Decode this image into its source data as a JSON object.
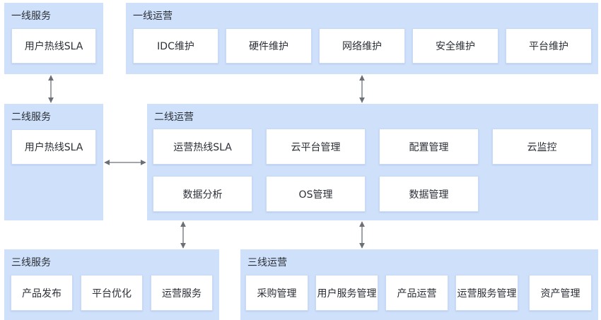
{
  "line1_service": {
    "title": "一线服务",
    "items": [
      "用户热线SLA"
    ]
  },
  "line1_ops": {
    "title": "一线运营",
    "items": [
      "IDC维护",
      "硬件维护",
      "网络维护",
      "安全维护",
      "平台维护"
    ]
  },
  "line2_service": {
    "title": "二线服务",
    "items": [
      "用户热线SLA"
    ]
  },
  "line2_ops": {
    "title": "二线运营",
    "items": [
      "运营热线SLA",
      "云平台管理",
      "配置管理",
      "云监控",
      "数据分析",
      "OS管理",
      "数据管理"
    ]
  },
  "line3_service": {
    "title": "三线服务",
    "items": [
      "产品发布",
      "平台优化",
      "运营服务"
    ]
  },
  "line3_ops": {
    "title": "三线运营",
    "items": [
      "采购管理",
      "用户服务管理",
      "产品运营",
      "运营服务管理",
      "资产管理"
    ]
  },
  "colors": {
    "panel": "#cfe0fb",
    "box": "#ffffff",
    "arrow": "#6b6f76"
  }
}
